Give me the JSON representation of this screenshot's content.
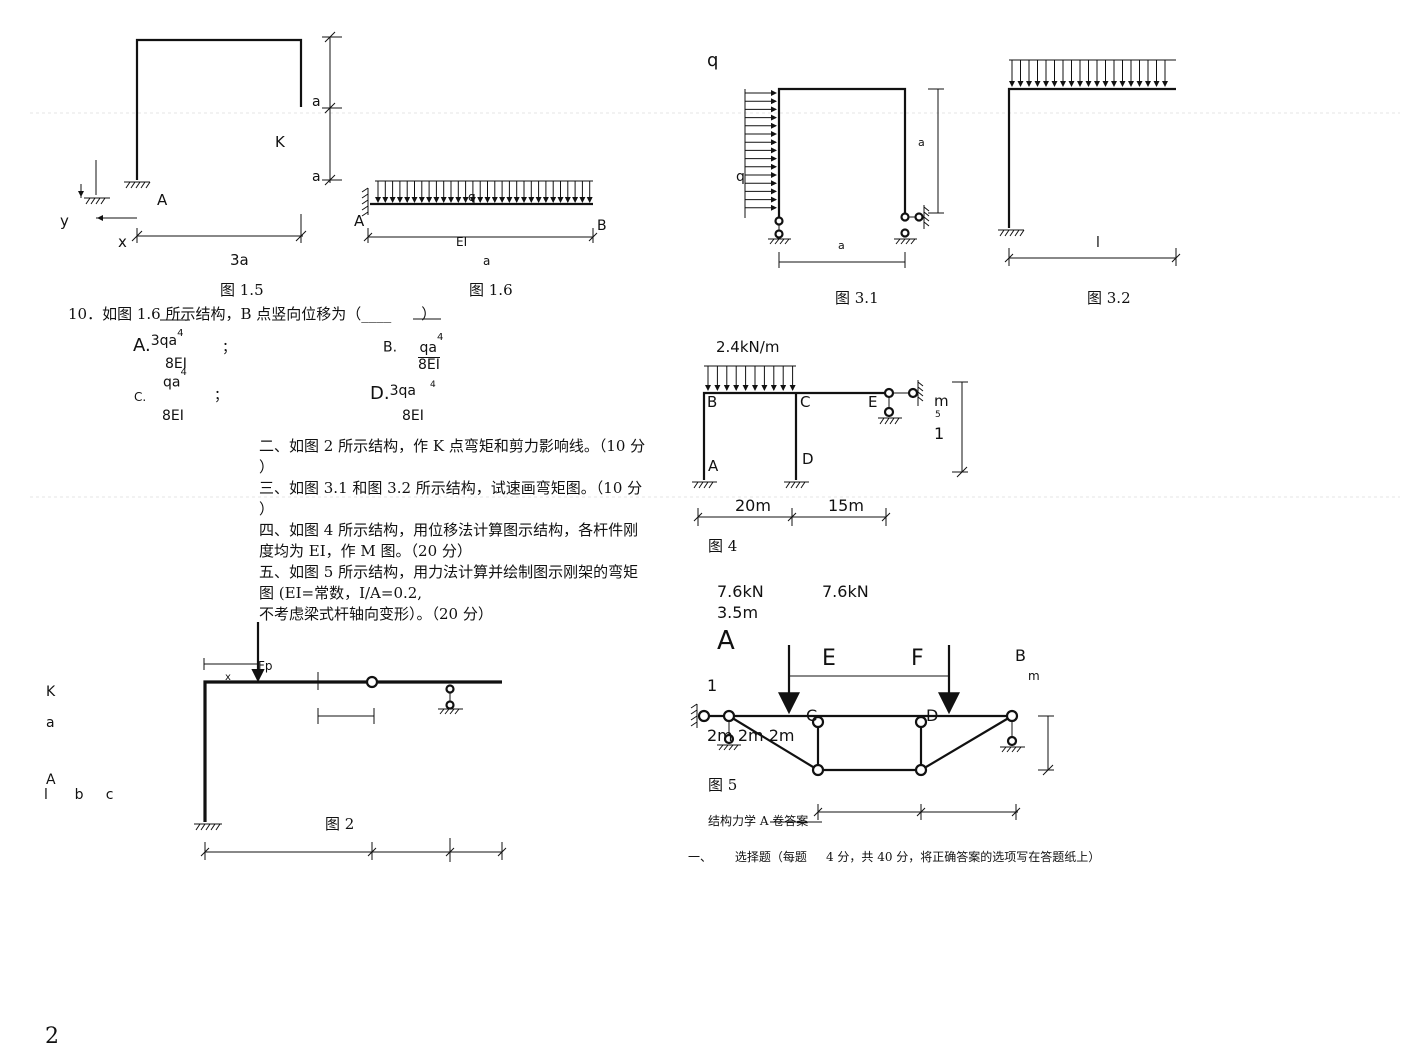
{
  "fig15": {
    "label_a1": "a",
    "label_a2": "a",
    "label_k": "K",
    "label_A": "A",
    "label_y": "y",
    "label_x": "x",
    "label_3a": "3a",
    "caption": "图 1.5"
  },
  "fig16": {
    "label_q": "q",
    "label_A": "A",
    "label_B": "B",
    "label_EI": "EI",
    "label_a": "a",
    "caption": "图 1.6"
  },
  "question10": {
    "text": "10．如图 1.6 所示结构，B 点竖向位移为（",
    "blank": "____",
    "close": "）",
    "options": [
      {
        "letter": "A.",
        "num": "3qa",
        "exp": "4",
        "den": "8EI",
        "sep": "；"
      },
      {
        "letter": "B.",
        "num": "qa",
        "exp": "4",
        "den": "8EI"
      },
      {
        "letter": "C.",
        "num": "qa",
        "exp": "4",
        "den": "8EI",
        "sep": "；"
      },
      {
        "letter": "D.",
        "num": "3qa",
        "exp": "4",
        "den": "8EI"
      }
    ]
  },
  "questions": {
    "q2_line1": "二、如图 2 所示结构，作 K 点弯矩和剪力影响线。（10 分",
    "q2_line2": "）",
    "q3_line1": "三、如图 3.1 和图 3.2 所示结构，试速画弯矩图。（10 分",
    "q3_line2": "）",
    "q4_line1": "四、如图 4 所示结构，用位移法计算图示结构，各杆件刚",
    "q4_line2": "度均为 EI，作 M 图。（20 分）",
    "q5_line1": "五、如图 5 所示结构，用力法计算并绘制图示刚架的弯矩",
    "q5_line2": "图     (EI=常数，I/A=0.2,",
    "q5_line3": "不考虑梁式杆轴向变形）。（20 分）"
  },
  "fig2": {
    "label_fp": "Fp",
    "label_x": "x",
    "caption": "图 2"
  },
  "fig2_margin": {
    "label_k": "K",
    "label_a": "a",
    "label_A": "A",
    "label_lbc": "l      b     c"
  },
  "fig31": {
    "label_q_top": "q",
    "label_q_side": "q",
    "label_a_right": "a",
    "label_a_bottom": "a",
    "caption": "图 3.1"
  },
  "fig32": {
    "label_l": "l",
    "caption": "图 3.2"
  },
  "fig4": {
    "load": "2.4kN/m",
    "label_B": "B",
    "label_C": "C",
    "label_E": "E",
    "label_m": "m",
    "label_5": "5",
    "label_1": "1",
    "label_A": "A",
    "label_D": "D",
    "dim_20m": "20m",
    "dim_15m": "15m",
    "caption": "图 4"
  },
  "fig5": {
    "load1": "7.6kN",
    "load2": "7.6kN",
    "label_35m": "3.5m",
    "label_A": "A",
    "label_E": "E",
    "label_F": "F",
    "label_B": "B",
    "label_m": "m",
    "label_1": "1",
    "label_C": "C",
    "label_D": "D",
    "dims": "2m 2m 2m",
    "caption": "图 5"
  },
  "answers": {
    "title": "结构力学  A 卷答案",
    "section1": "一、      选择题（每题     4 分，共 40 分，将正确答案的选项写在答题纸上）"
  },
  "page_number": "2"
}
